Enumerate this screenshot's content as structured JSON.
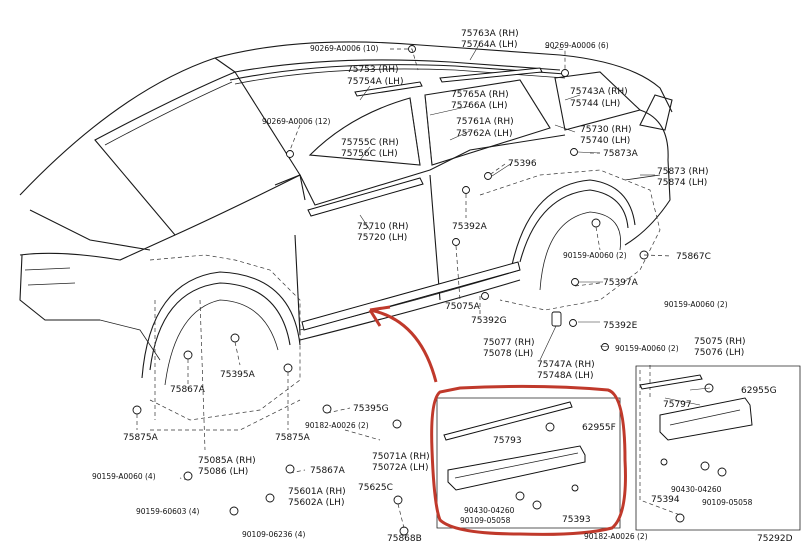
{
  "diagram": {
    "figure_number": "75292D",
    "labels": [
      {
        "id": "75763A",
        "text": "75763A (RH)"
      },
      {
        "id": "75764A",
        "text": "75764A (LH)"
      },
      {
        "id": "90269_10",
        "text": "90269-A0006 (10)"
      },
      {
        "id": "90269_6",
        "text": "90269-A0006 (6)"
      },
      {
        "id": "75753",
        "text": "75753 (RH)"
      },
      {
        "id": "75754A",
        "text": "75754A (LH)"
      },
      {
        "id": "75743A",
        "text": "75743A (RH)"
      },
      {
        "id": "75744",
        "text": "75744 (LH)"
      },
      {
        "id": "75765A",
        "text": "75765A (RH)"
      },
      {
        "id": "75766A",
        "text": "75766A (LH)"
      },
      {
        "id": "90269_12",
        "text": "90269-A0006 (12)"
      },
      {
        "id": "75761A",
        "text": "75761A (RH)"
      },
      {
        "id": "75762A",
        "text": "75762A (LH)"
      },
      {
        "id": "75730",
        "text": "75730 (RH)"
      },
      {
        "id": "75740",
        "text": "75740 (LH)"
      },
      {
        "id": "75755C",
        "text": "75755C (RH)"
      },
      {
        "id": "75756C",
        "text": "75756C (LH)"
      },
      {
        "id": "75873A",
        "text": "75873A"
      },
      {
        "id": "75396",
        "text": "75396"
      },
      {
        "id": "75873",
        "text": "75873 (RH)"
      },
      {
        "id": "75874",
        "text": "75874 (LH)"
      },
      {
        "id": "75710",
        "text": "75710 (RH)"
      },
      {
        "id": "75720",
        "text": "75720 (LH)"
      },
      {
        "id": "75392A",
        "text": "75392A"
      },
      {
        "id": "90159_a",
        "text": "90159-A0060 (2)"
      },
      {
        "id": "75867C",
        "text": "75867C"
      },
      {
        "id": "75397A",
        "text": "75397A"
      },
      {
        "id": "90159_b",
        "text": "90159-A0060 (2)"
      },
      {
        "id": "75075A",
        "text": "75075A"
      },
      {
        "id": "75392E",
        "text": "75392E"
      },
      {
        "id": "75392G",
        "text": "75392G"
      },
      {
        "id": "75075",
        "text": "75075 (RH)"
      },
      {
        "id": "75076",
        "text": "75076 (LH)"
      },
      {
        "id": "90159_c",
        "text": "90159-A0060 (2)"
      },
      {
        "id": "75077",
        "text": "75077 (RH)"
      },
      {
        "id": "75078",
        "text": "75078 (LH)"
      },
      {
        "id": "75747A",
        "text": "75747A (RH)"
      },
      {
        "id": "75748A",
        "text": "75748A (LH)"
      },
      {
        "id": "75867A_1",
        "text": "75867A"
      },
      {
        "id": "75395A",
        "text": "75395A"
      },
      {
        "id": "75797",
        "text": "75797"
      },
      {
        "id": "62955G",
        "text": "62955G"
      },
      {
        "id": "75395G",
        "text": "75395G"
      },
      {
        "id": "75875A_1",
        "text": "75875A"
      },
      {
        "id": "75875A_2",
        "text": "75875A"
      },
      {
        "id": "90182_a",
        "text": "90182-A0026 (2)"
      },
      {
        "id": "75793",
        "text": "75793"
      },
      {
        "id": "62955F",
        "text": "62955F"
      },
      {
        "id": "75085A",
        "text": "75085A (RH)"
      },
      {
        "id": "75086",
        "text": "75086 (LH)"
      },
      {
        "id": "75071A",
        "text": "75071A (RH)"
      },
      {
        "id": "75072A",
        "text": "75072A (LH)"
      },
      {
        "id": "75867A_2",
        "text": "75867A"
      },
      {
        "id": "90159_d",
        "text": "90159-A0060 (4)"
      },
      {
        "id": "75625C",
        "text": "75625C"
      },
      {
        "id": "75601A",
        "text": "75601A (RH)"
      },
      {
        "id": "75602A",
        "text": "75602A (LH)"
      },
      {
        "id": "90430_a",
        "text": "90430-04260"
      },
      {
        "id": "90109_a",
        "text": "90109-05058"
      },
      {
        "id": "75393",
        "text": "75393"
      },
      {
        "id": "75394",
        "text": "75394"
      },
      {
        "id": "90430_b",
        "text": "90430-04260"
      },
      {
        "id": "90109_b",
        "text": "90109-05058"
      },
      {
        "id": "90159_e",
        "text": "90159-60603 (4)"
      },
      {
        "id": "90109_c",
        "text": "90109-06236 (4)"
      },
      {
        "id": "75868B",
        "text": "75868B"
      },
      {
        "id": "90182_b",
        "text": "90182-A0026 (2)"
      }
    ]
  },
  "colors": {
    "line": "#1a1a1a",
    "highlight": "#c0392b",
    "background": "#ffffff"
  }
}
